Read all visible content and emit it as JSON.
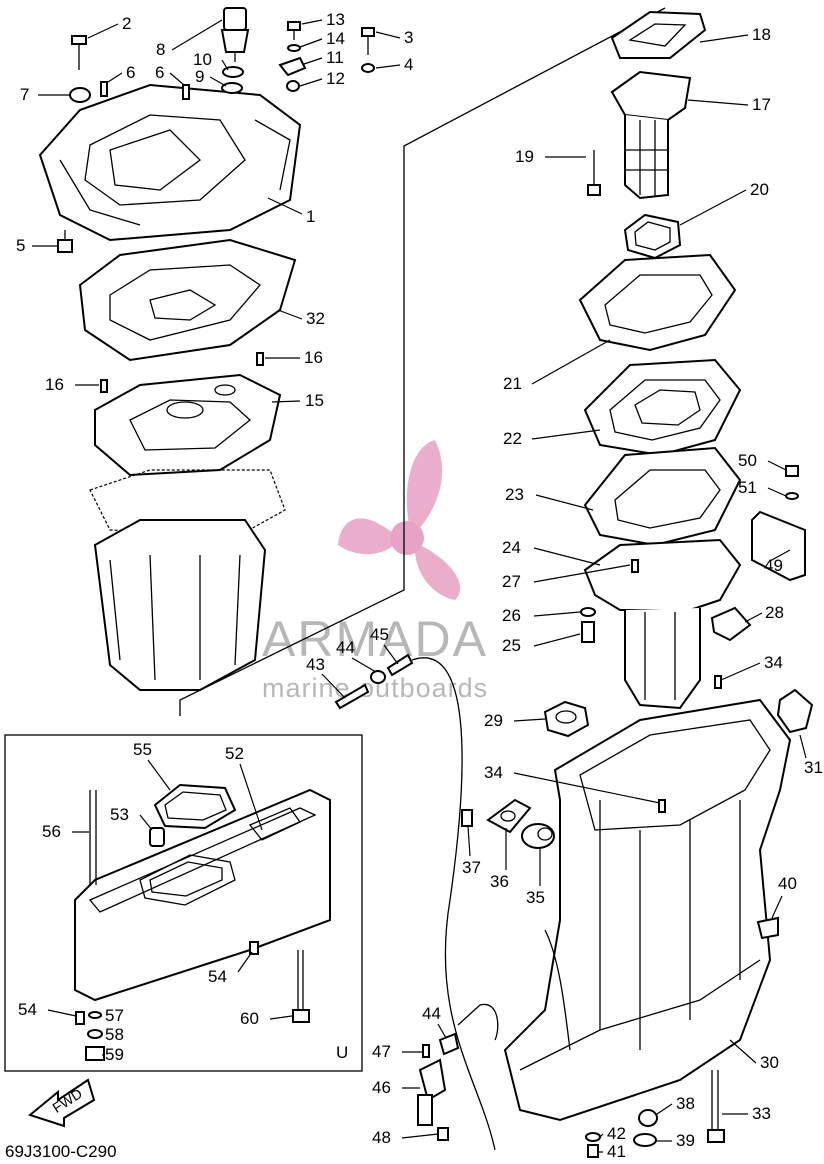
{
  "diagram": {
    "code": "69J3100-C290",
    "fwd_label": "FWD",
    "inset_marker": "U",
    "watermark": {
      "brand": "ARMADA",
      "tagline": "marine outboards",
      "logo_color": "#e8a6c6"
    },
    "callouts": [
      {
        "id": "c1",
        "text": "1"
      },
      {
        "id": "c2",
        "text": "2"
      },
      {
        "id": "c3",
        "text": "3"
      },
      {
        "id": "c4",
        "text": "4"
      },
      {
        "id": "c5",
        "text": "5"
      },
      {
        "id": "c6a",
        "text": "6"
      },
      {
        "id": "c6b",
        "text": "6"
      },
      {
        "id": "c7",
        "text": "7"
      },
      {
        "id": "c8",
        "text": "8"
      },
      {
        "id": "c9",
        "text": "9"
      },
      {
        "id": "c10",
        "text": "10"
      },
      {
        "id": "c11",
        "text": "11"
      },
      {
        "id": "c12",
        "text": "12"
      },
      {
        "id": "c13",
        "text": "13"
      },
      {
        "id": "c14",
        "text": "14"
      },
      {
        "id": "c15",
        "text": "15"
      },
      {
        "id": "c16a",
        "text": "16"
      },
      {
        "id": "c16b",
        "text": "16"
      },
      {
        "id": "c17",
        "text": "17"
      },
      {
        "id": "c18",
        "text": "18"
      },
      {
        "id": "c19",
        "text": "19"
      },
      {
        "id": "c20",
        "text": "20"
      },
      {
        "id": "c21",
        "text": "21"
      },
      {
        "id": "c22",
        "text": "22"
      },
      {
        "id": "c23",
        "text": "23"
      },
      {
        "id": "c24",
        "text": "24"
      },
      {
        "id": "c25",
        "text": "25"
      },
      {
        "id": "c26",
        "text": "26"
      },
      {
        "id": "c27",
        "text": "27"
      },
      {
        "id": "c28",
        "text": "28"
      },
      {
        "id": "c29",
        "text": "29"
      },
      {
        "id": "c30",
        "text": "30"
      },
      {
        "id": "c31",
        "text": "31"
      },
      {
        "id": "c32",
        "text": "32"
      },
      {
        "id": "c33",
        "text": "33"
      },
      {
        "id": "c34a",
        "text": "34"
      },
      {
        "id": "c34b",
        "text": "34"
      },
      {
        "id": "c35",
        "text": "35"
      },
      {
        "id": "c36",
        "text": "36"
      },
      {
        "id": "c37",
        "text": "37"
      },
      {
        "id": "c38",
        "text": "38"
      },
      {
        "id": "c39",
        "text": "39"
      },
      {
        "id": "c40",
        "text": "40"
      },
      {
        "id": "c41",
        "text": "41"
      },
      {
        "id": "c42",
        "text": "42"
      },
      {
        "id": "c43",
        "text": "43"
      },
      {
        "id": "c44a",
        "text": "44"
      },
      {
        "id": "c44b",
        "text": "44"
      },
      {
        "id": "c45",
        "text": "45"
      },
      {
        "id": "c46",
        "text": "46"
      },
      {
        "id": "c47",
        "text": "47"
      },
      {
        "id": "c48",
        "text": "48"
      },
      {
        "id": "c49",
        "text": "49"
      },
      {
        "id": "c50",
        "text": "50"
      },
      {
        "id": "c51",
        "text": "51"
      },
      {
        "id": "c52",
        "text": "52"
      },
      {
        "id": "c53",
        "text": "53"
      },
      {
        "id": "c54a",
        "text": "54"
      },
      {
        "id": "c54b",
        "text": "54"
      },
      {
        "id": "c55",
        "text": "55"
      },
      {
        "id": "c56",
        "text": "56"
      },
      {
        "id": "c57",
        "text": "57"
      },
      {
        "id": "c58",
        "text": "58"
      },
      {
        "id": "c59",
        "text": "59"
      },
      {
        "id": "c60",
        "text": "60"
      }
    ]
  }
}
